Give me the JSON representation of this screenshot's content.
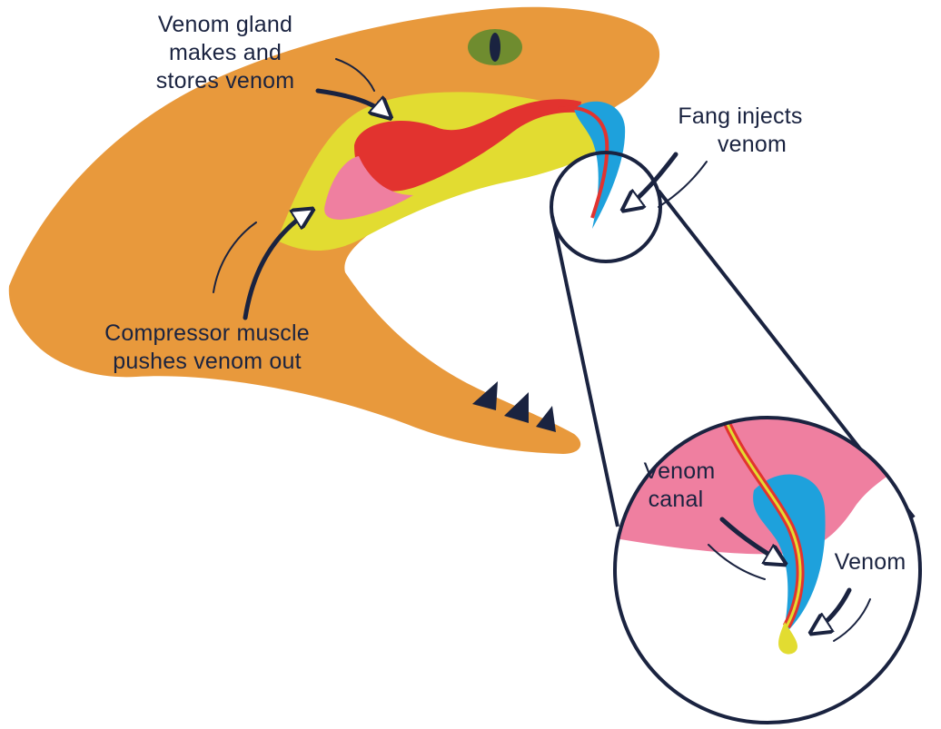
{
  "labels": {
    "venom_gland": [
      "Venom gland",
      "makes and",
      "stores venom"
    ],
    "compressor_muscle": [
      "Compressor muscle",
      "pushes venom out"
    ],
    "fang": [
      "Fang injects",
      "venom"
    ],
    "venom_canal": [
      "Venom",
      "canal"
    ],
    "venom": "Venom"
  },
  "colors": {
    "head": "#e8993c",
    "muscle": "#e2dc31",
    "gland": "#e2332f",
    "gum": "#ef7fa0",
    "fang": "#1ea1dc",
    "venom_drop": "#e2dc31",
    "eye": "#6f8c2f",
    "outline": "#1a2340",
    "pupil": "#1a2340"
  }
}
